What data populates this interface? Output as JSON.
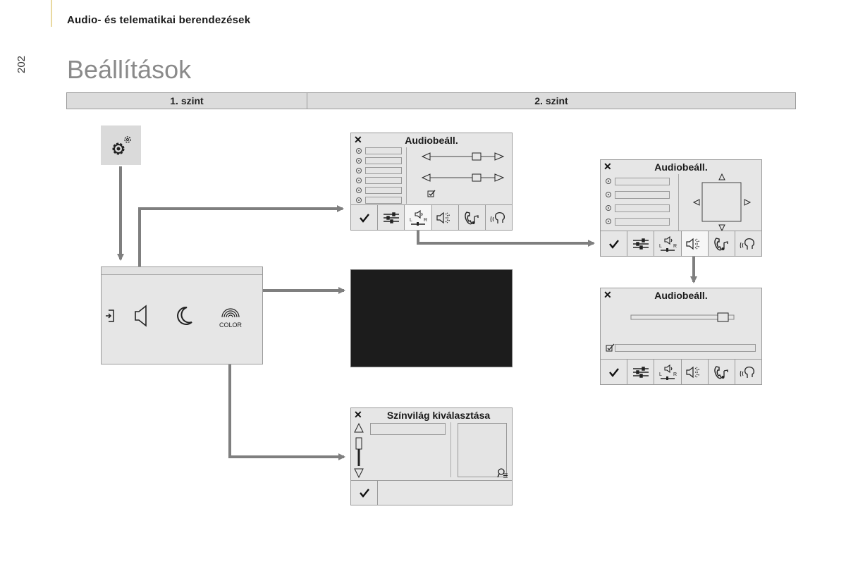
{
  "header": {
    "section_title": "Audio- és telematikai berendezések",
    "page_number": "202",
    "page_title": "Beállítások"
  },
  "levels": {
    "level1": "1. szint",
    "level2": "2. szint"
  },
  "menu": {
    "color_label": "COLOR"
  },
  "audio_popup": {
    "title": "Audiobeáll.",
    "close": "✕"
  },
  "color_popup": {
    "title": "Színvilág kiválasztása",
    "close": "✕"
  },
  "icons": {
    "settings": "gear-icon",
    "exit": "exit-icon",
    "speaker": "speaker-icon",
    "night": "moon-icon",
    "color": "rainbow-icon",
    "confirm": "checkmark-icon",
    "equalizer": "equalizer-icon",
    "balance": "balance-icon",
    "sound": "sound-effect-icon",
    "phone_ring": "ringtone-icon",
    "voice": "voice-icon"
  },
  "colors": {
    "arrow": "#7f7f7f",
    "screen_bg": "#e6e6e6",
    "header_bg": "#dcdcdc",
    "title_grey": "#8a8a8a"
  }
}
